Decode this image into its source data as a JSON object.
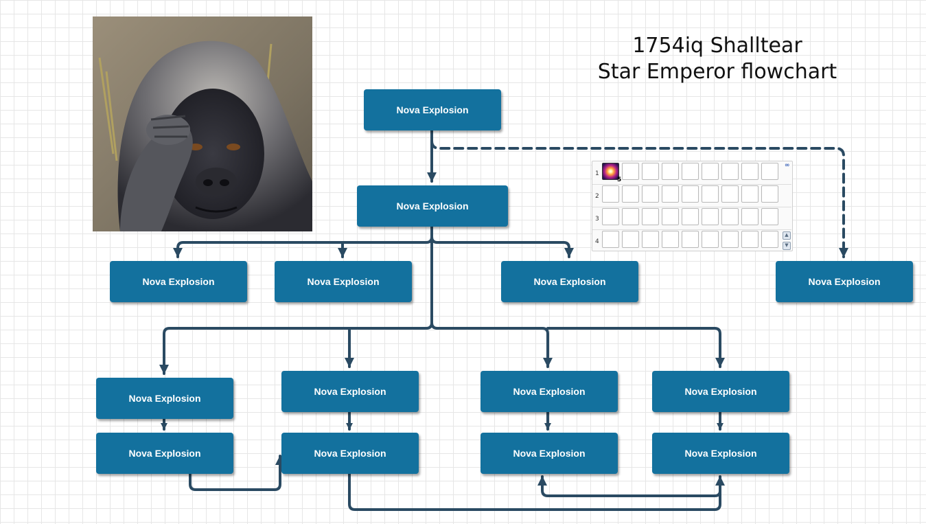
{
  "title": {
    "line1": "1754iq  Shalltear",
    "line2": "Star Emperor flowchart"
  },
  "photo": {
    "subject": "gorilla-thinking"
  },
  "colors": {
    "node_fill": "#13719e",
    "node_text": "#ffffff",
    "connector": "#2a4a62"
  },
  "nodes": [
    {
      "label": "Nova Explosion"
    },
    {
      "label": "Nova Explosion"
    },
    {
      "label": "Nova Explosion"
    },
    {
      "label": "Nova Explosion"
    },
    {
      "label": "Nova Explosion"
    },
    {
      "label": "Nova Explosion"
    },
    {
      "label": "Nova Explosion"
    },
    {
      "label": "Nova Explosion"
    },
    {
      "label": "Nova Explosion"
    },
    {
      "label": "Nova Explosion"
    },
    {
      "label": "Nova Explosion"
    },
    {
      "label": "Nova Explosion"
    },
    {
      "label": "Nova Explosion"
    },
    {
      "label": "Nova Explosion"
    }
  ],
  "inventory": {
    "rows": [
      "1",
      "2",
      "3",
      "4"
    ],
    "slot_item": {
      "icon": "nova-star-icon",
      "count": "5"
    }
  }
}
